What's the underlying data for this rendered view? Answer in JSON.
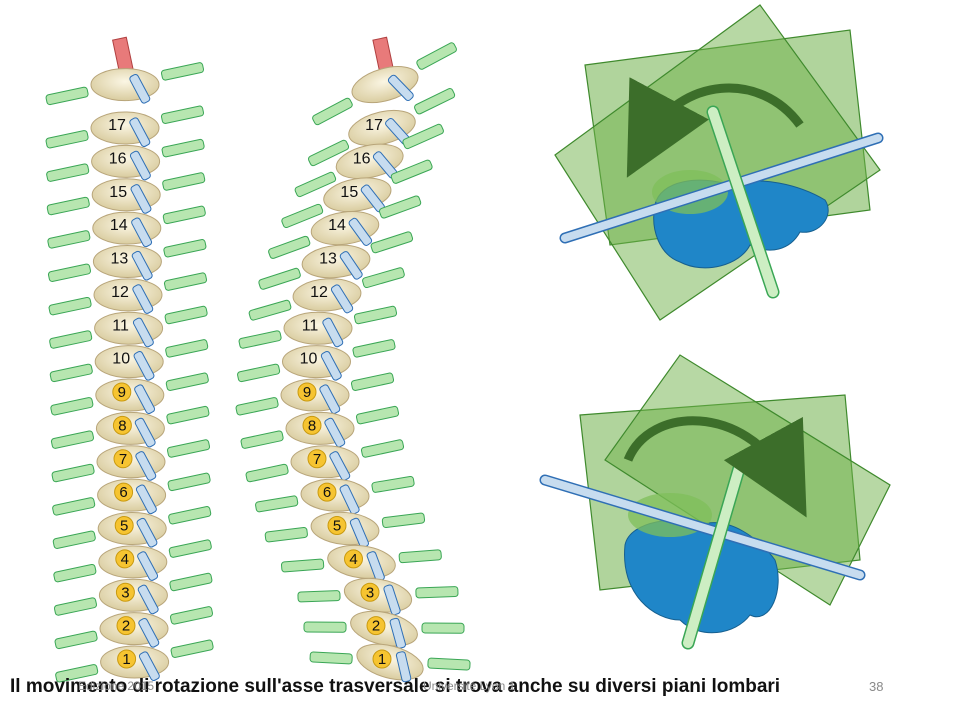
{
  "slide": {
    "caption": "Il movimento di rotazione sull'asse trasversale si trova anche su diversi piani lombari",
    "footer_left": "Edizione 2015",
    "footer_center": "Université Lyon 1",
    "page_number": "38"
  },
  "spine_left": {
    "thoracic_labels": [
      "17",
      "16",
      "15",
      "14",
      "13",
      "12",
      "11",
      "10"
    ],
    "lumbar_labels": [
      "9",
      "8",
      "7",
      "6",
      "5",
      "4",
      "3",
      "2",
      "1"
    ]
  },
  "spine_right": {
    "thoracic_labels": [
      "17",
      "16",
      "15",
      "14",
      "13",
      "12",
      "11",
      "10"
    ],
    "lumbar_labels": [
      "9",
      "8",
      "7",
      "6",
      "5",
      "4",
      "3",
      "2",
      "1"
    ]
  },
  "colors": {
    "plane_fill": "#6fb14a",
    "plane_stroke": "#3f8a2d",
    "rod_green": "#b7e6b0",
    "rod_green_stroke": "#3aa655",
    "rod_blue": "#c7dcef",
    "rod_blue_stroke": "#2f6fb5",
    "rod_red": "#e87a7a",
    "bone": "#f2e9c8",
    "bone_stroke": "#b8a57a",
    "badge": "#f6c431",
    "vertebra_3d": "#1f86c8",
    "arrow": "#3c6e2a"
  }
}
